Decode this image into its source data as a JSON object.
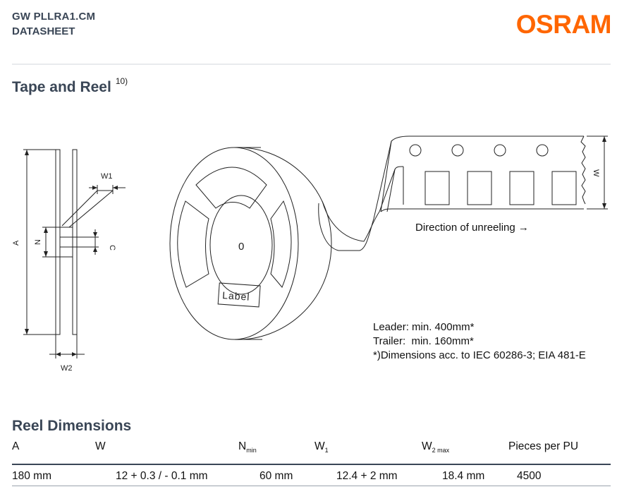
{
  "header": {
    "product": "GW PLLRA1.CM",
    "doc_type": "DATASHEET",
    "logo": "OSRAM",
    "logo_color": "#ff6600"
  },
  "section_tape": {
    "title": "Tape and Reel",
    "footnote": "10)"
  },
  "drawing": {
    "label_A": "A",
    "label_N": "N",
    "label_C": "C",
    "label_W1": "W1",
    "label_W2": "W2",
    "label_W": "W",
    "label_reel": "Label",
    "label_hub": "0",
    "direction": "Direction of unreeling →"
  },
  "notes": {
    "leader": "Leader: min. 400mm*",
    "trailer": "Trailer:  min. 160mm*",
    "standard": "*)Dimensions acc. to IEC 60286-3; EIA 481-E"
  },
  "section_reel": {
    "title": "Reel Dimensions",
    "headers": {
      "a": "A",
      "w": "W",
      "n": "N",
      "n_sub": "min",
      "w1": "W",
      "w1_sub": "1",
      "w2": "W",
      "w2_sub": "2 max",
      "pieces": "Pieces per PU"
    },
    "row": {
      "a": "180 mm",
      "w": "12 + 0.3 / - 0.1 mm",
      "n": "60 mm",
      "w1": "12.4 + 2 mm",
      "w2": "18.4 mm",
      "pieces": "4500"
    }
  }
}
